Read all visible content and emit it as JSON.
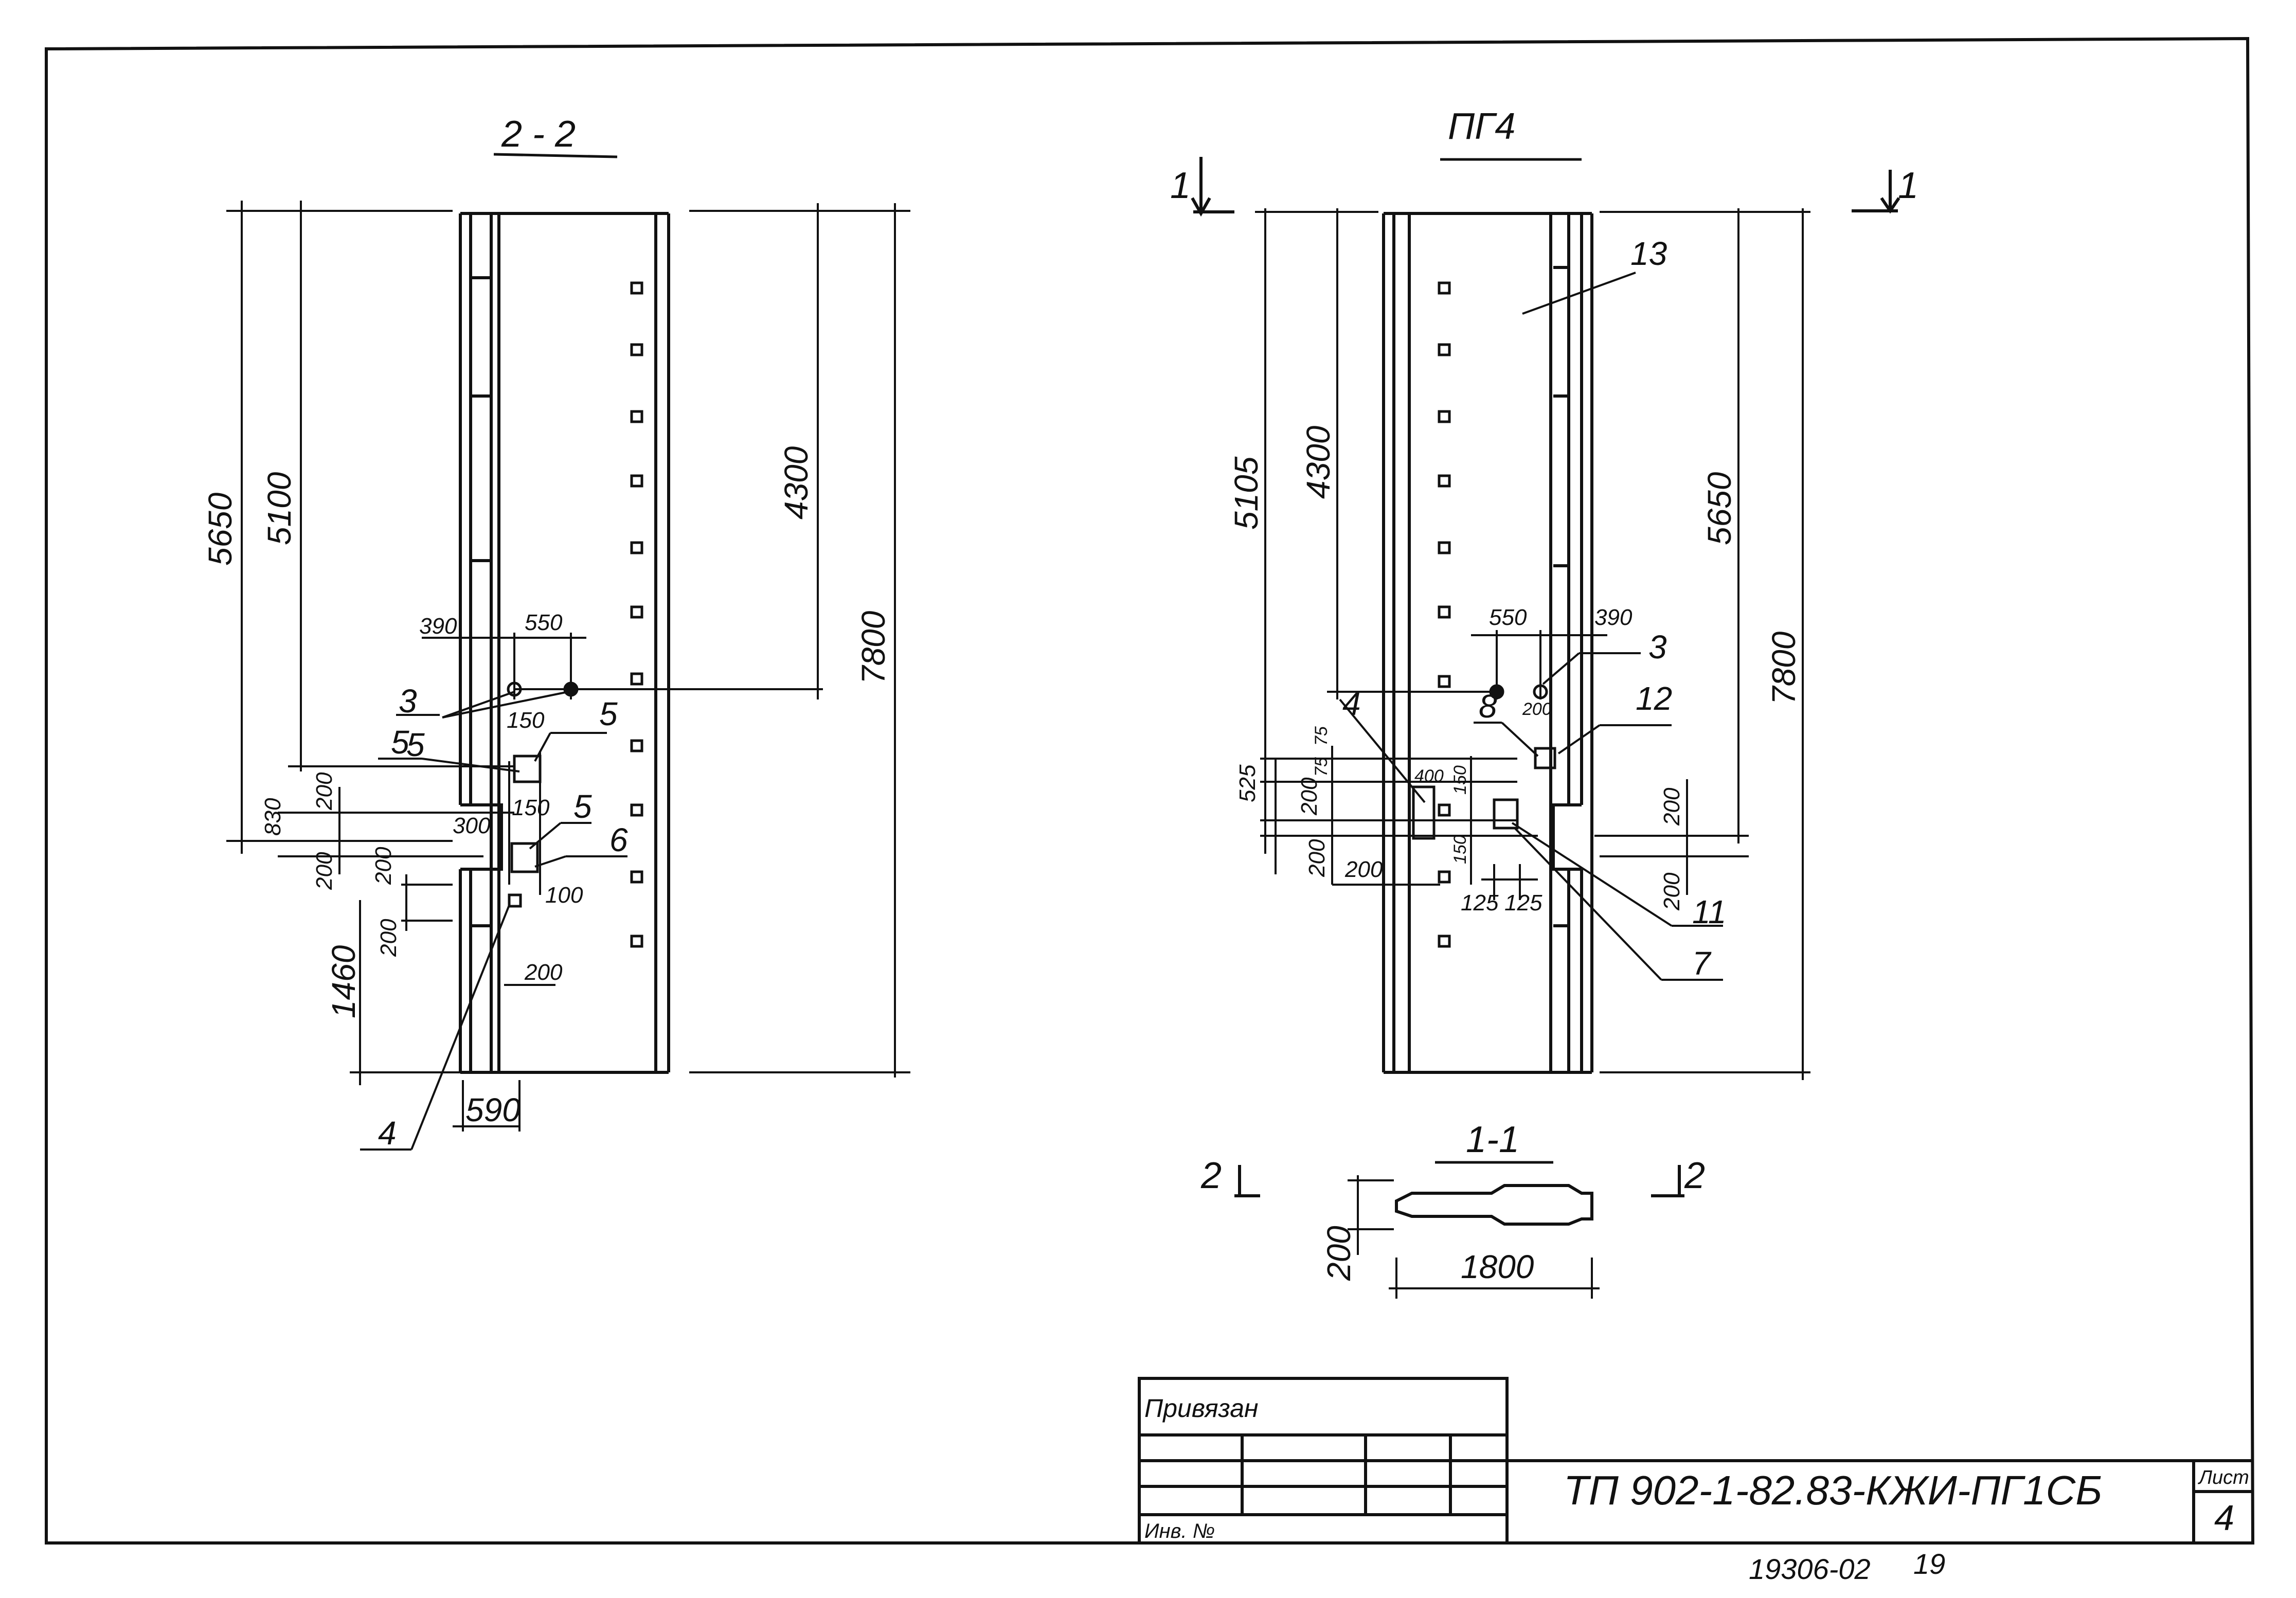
{
  "views": {
    "left_title": "2 - 2",
    "right_title": "ПГ4",
    "section_title": "1-1"
  },
  "section_marks": {
    "one_left": "1",
    "one_right": "1",
    "two_left": "2",
    "two_right": "2"
  },
  "left_view": {
    "dims": {
      "d5650": "5650",
      "d5100": "5100",
      "d4300": "4300",
      "d7800": "7800",
      "d390": "390",
      "d550": "550",
      "d830": "830",
      "d200a": "200",
      "d200b": "200",
      "d200c": "200",
      "d200d": "200",
      "d300": "300",
      "d150a": "150",
      "d150b": "150",
      "d100": "100",
      "d200e": "200",
      "d1460": "1460",
      "d590": "590"
    },
    "callouts": {
      "c3": "3",
      "c5a": "5",
      "c5b": "5",
      "c5c": "5",
      "c5d": "5",
      "c6": "6",
      "c4": "4"
    }
  },
  "right_view": {
    "dims": {
      "d5105": "5105",
      "d4300": "4300",
      "d5650": "5650",
      "d7800": "7800",
      "d550": "550",
      "d390": "390",
      "d525": "525",
      "d75a": "75",
      "d75b": "75",
      "d200a": "200",
      "d200b": "200",
      "d200c": "200",
      "d200d": "200",
      "d200e": "200",
      "d200f": "200",
      "d400": "400",
      "d150a": "150",
      "d150b": "150",
      "d125a": "125",
      "d125b": "125"
    },
    "callouts": {
      "c13": "13",
      "c3": "3",
      "c12": "12",
      "c8": "8",
      "c4": "4",
      "c11": "11",
      "c7": "7"
    }
  },
  "section_view": {
    "d200": "200",
    "d1800": "1800"
  },
  "title_block": {
    "privyazan": "Привязан",
    "inv_no": "Инв. №",
    "doc_code": "ТП 902-1-82.83-КЖИ-ПГ1СБ",
    "sheet_label": "Лист",
    "sheet_number": "4"
  },
  "archive_number": "19306-02",
  "archive_sheet": "19"
}
